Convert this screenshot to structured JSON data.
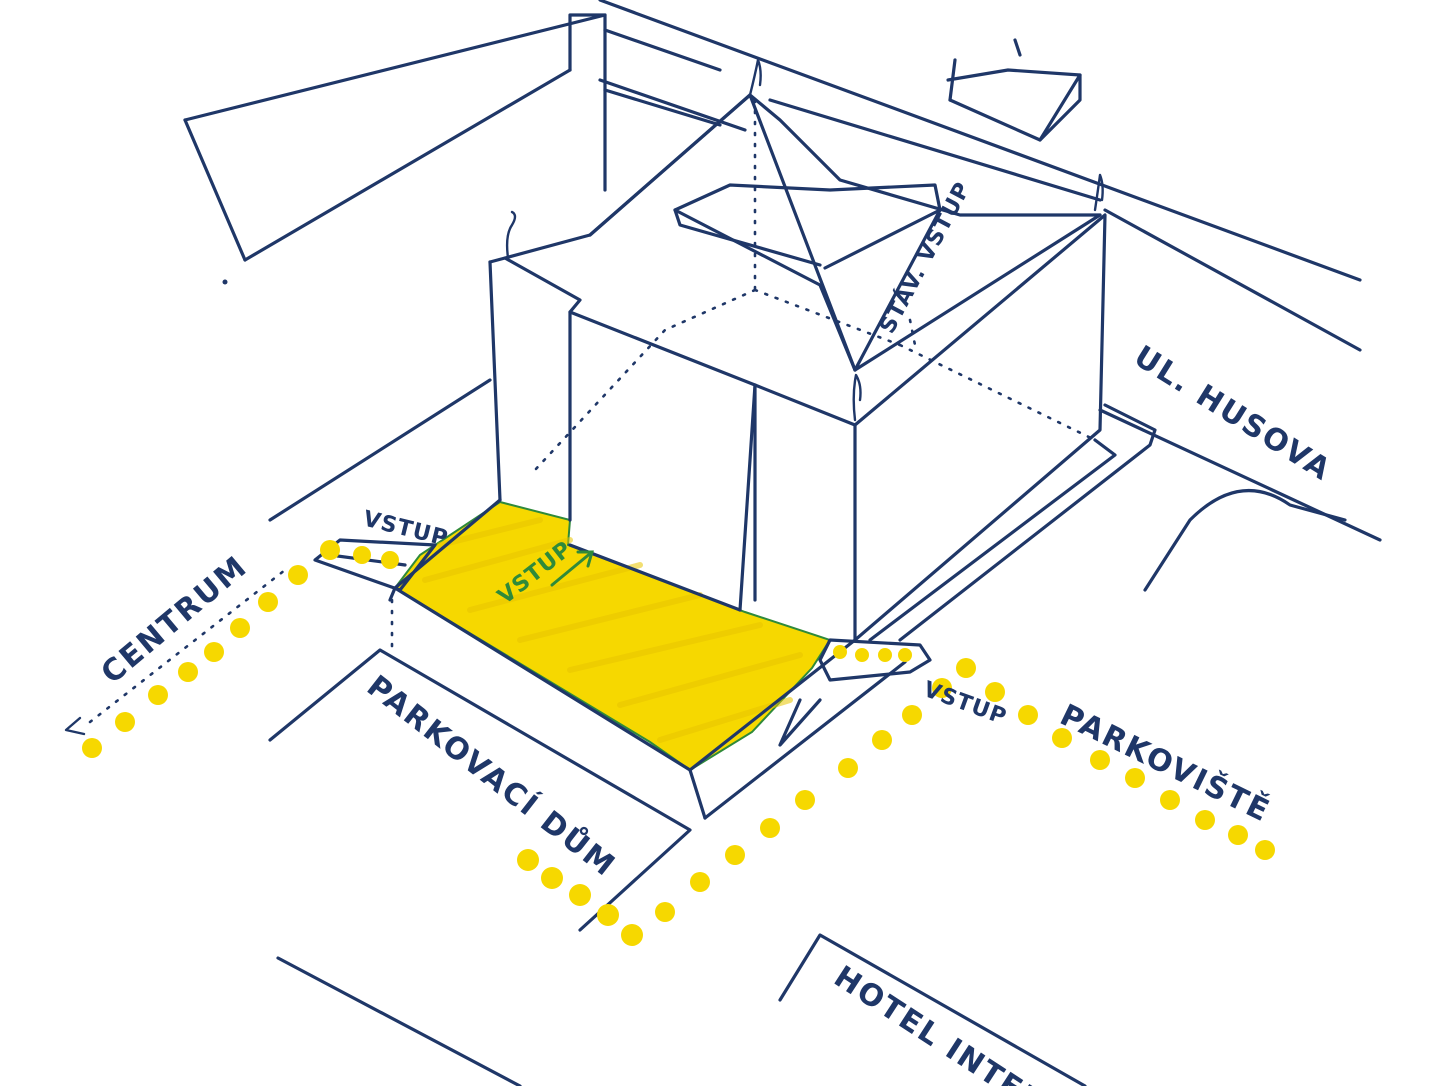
{
  "colors": {
    "ink": "#1f3768",
    "highlight": "#f6d800",
    "entrance_arrow": "#2f8a3a",
    "background": "#ffffff"
  },
  "labels": {
    "centrum": "CENTRUM",
    "parkovaci_dum": "PARKOVACÍ DŮM",
    "hotel": "HOTEL INTERI",
    "ul_husova": "UL. HUSOVA",
    "parkoviste": "PARKOVIŠTĚ",
    "vstup_left": "VSTUP",
    "vstup_plaza": "VSTUP",
    "vstup_right": "VSTUP",
    "stav_vstup": "STÁV. VSTUP"
  },
  "icons": {
    "arrow_centrum": "arrow-left-icon",
    "arrow_vstup": "arrow-up-right-icon",
    "statue": "statue-icon"
  }
}
